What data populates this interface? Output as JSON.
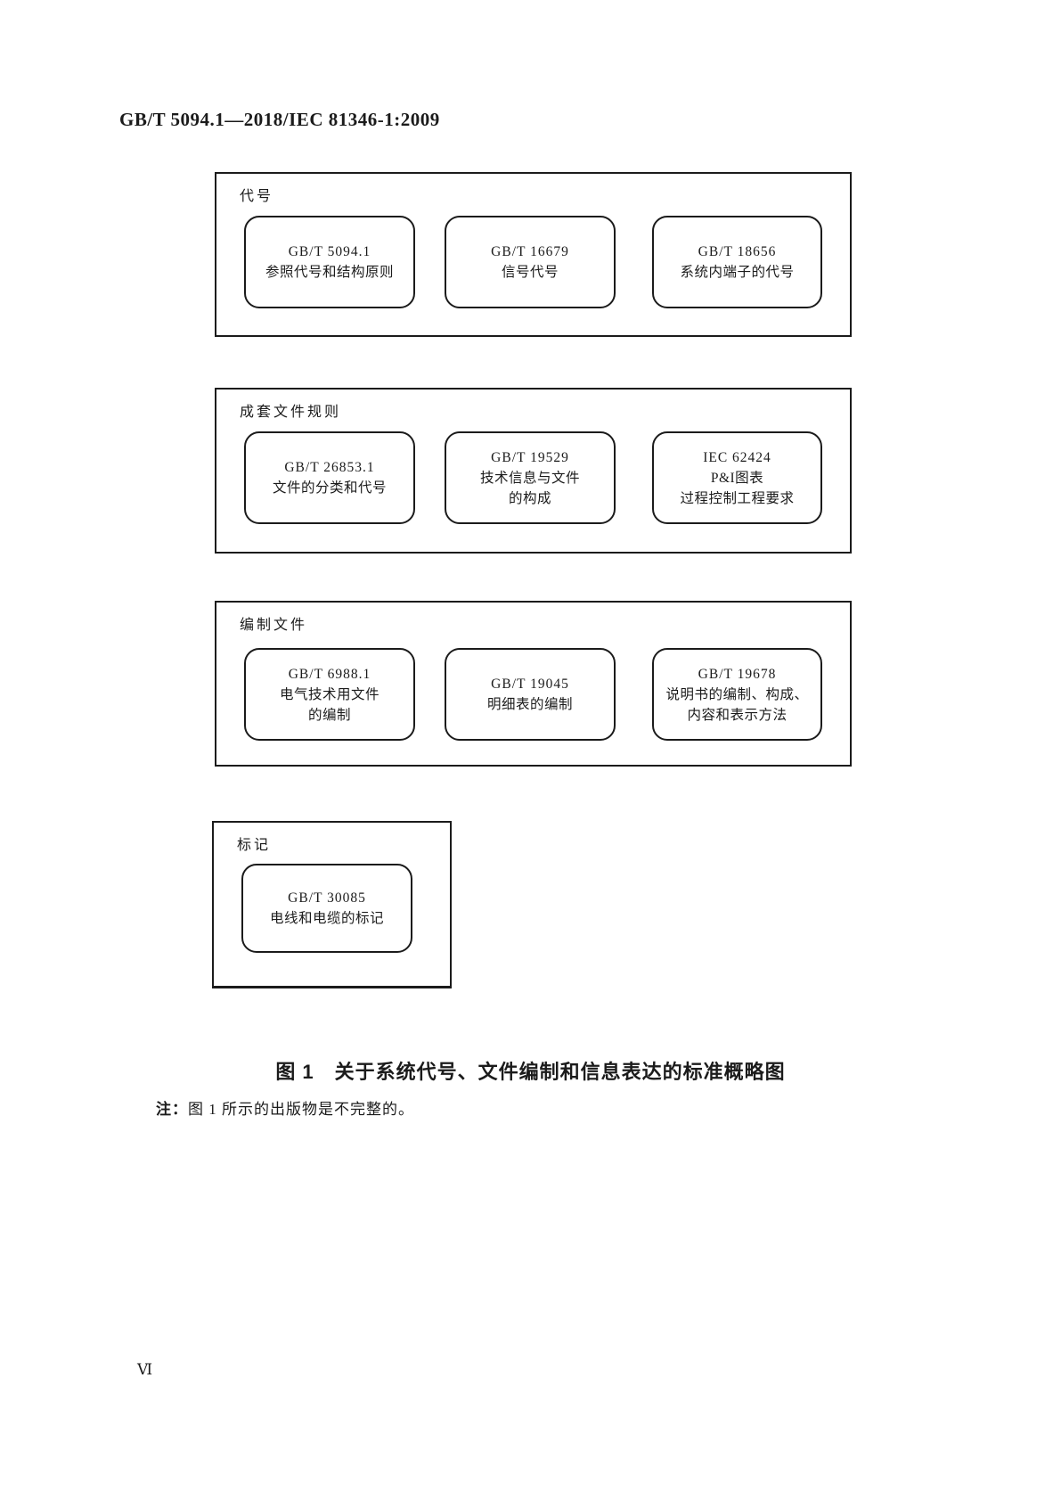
{
  "page": {
    "header": "GB/T 5094.1—2018/IEC 81346-1:2009",
    "page_number": "Ⅵ"
  },
  "figure": {
    "groups": [
      {
        "label": "代号",
        "boxes": [
          {
            "lines": [
              "GB/T 5094.1",
              "参照代号和结构原则"
            ]
          },
          {
            "lines": [
              "GB/T 16679",
              "信号代号"
            ]
          },
          {
            "lines": [
              "GB/T 18656",
              "系统内端子的代号"
            ]
          }
        ]
      },
      {
        "label": "成套文件规则",
        "boxes": [
          {
            "lines": [
              "GB/T 26853.1",
              "文件的分类和代号"
            ]
          },
          {
            "lines": [
              "GB/T 19529",
              "技术信息与文件",
              "的构成"
            ]
          },
          {
            "lines": [
              "IEC 62424",
              "P&I图表",
              "过程控制工程要求"
            ]
          }
        ]
      },
      {
        "label": "编制文件",
        "boxes": [
          {
            "lines": [
              "GB/T 6988.1",
              "电气技术用文件",
              "的编制"
            ]
          },
          {
            "lines": [
              "GB/T 19045",
              "明细表的编制"
            ]
          },
          {
            "lines": [
              "GB/T 19678",
              "说明书的编制、构成、",
              "内容和表示方法"
            ]
          }
        ]
      },
      {
        "label": "标记",
        "boxes": [
          {
            "lines": [
              "GB/T 30085",
              "电线和电缆的标记"
            ]
          }
        ]
      }
    ],
    "caption": "图 1　关于系统代号、文件编制和信息表达的标准概略图",
    "note_label": "注：",
    "note_text": "图 1 所示的出版物是不完整的。"
  },
  "colors": {
    "ink": "#1b1b1b",
    "background": "#ffffff"
  }
}
